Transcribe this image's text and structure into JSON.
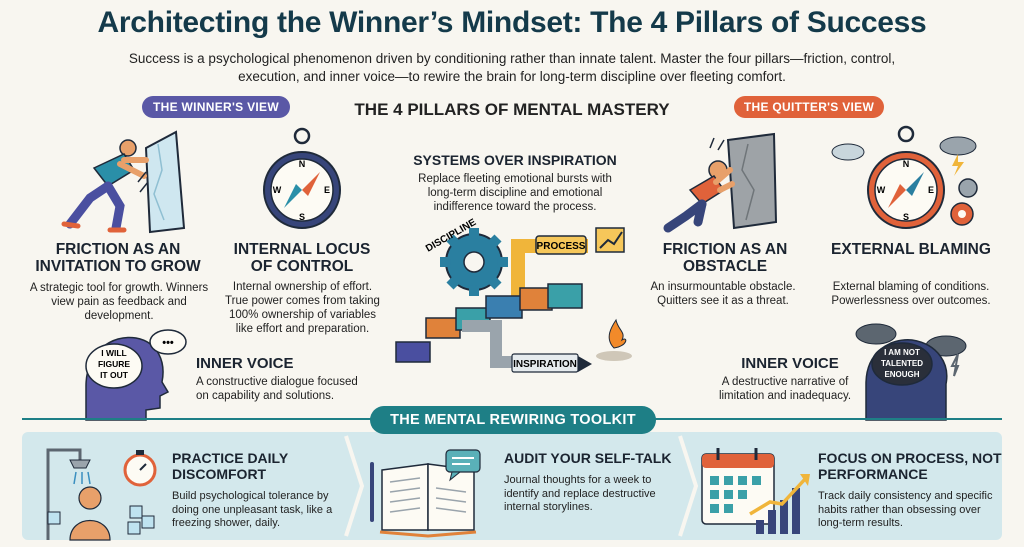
{
  "title": "Architecting the Winner’s Mindset: The 4 Pillars of Success",
  "subtitle": "Success is a psychological phenomenon driven by conditioning rather than innate talent. Master the four pillars—friction, control, execution, and inner voice—to rewire the brain for long-term discipline over fleeting comfort.",
  "winner_view": "THE WINNER'S VIEW",
  "quitter_view": "THE QUITTER'S VIEW",
  "pillars_heading": "THE 4 PILLARS OF MENTAL MASTERY",
  "winner": {
    "friction": {
      "title": "FRICTION AS AN INVITATION TO GROW",
      "desc": "A strategic tool for growth. Winners view pain as feedback and development."
    },
    "locus": {
      "title": "INTERNAL LOCUS OF CONTROL",
      "desc": "Internal ownership of effort. True power comes from taking 100% ownership of variables like effort and preparation."
    },
    "inner_voice": {
      "title": "INNER VOICE",
      "desc": "A constructive dialogue focused on capability and solutions.",
      "bubble": "I WILL FIGURE IT OUT",
      "thought": "•••"
    }
  },
  "systems": {
    "title": "SYSTEMS OVER INSPIRATION",
    "desc": "Replace fleeting emotional bursts with long-term discipline and emotional indifference toward the process.",
    "discipline_label": "DISCIPLINE",
    "process_label": "PROCESS",
    "inspiration_label": "INSPIRATION"
  },
  "quitter": {
    "friction": {
      "title": "FRICTION AS AN OBSTACLE",
      "desc": "An insurmountable obstacle. Quitters see it as a threat."
    },
    "blaming": {
      "title": "EXTERNAL BLAMING",
      "desc": "External blaming of conditions. Powerlessness over outcomes."
    },
    "inner_voice": {
      "title": "INNER VOICE",
      "desc": "A destructive narrative of limitation and inadequacy.",
      "bubble": "I AM NOT TALENTED ENOUGH"
    }
  },
  "toolkit": {
    "heading": "THE MENTAL REWIRING TOOLKIT",
    "cards": [
      {
        "title": "PRACTICE DAILY DISCOMFORT",
        "desc": "Build psychological tolerance by doing one unpleasant task, like a freezing shower, daily."
      },
      {
        "title": "AUDIT YOUR SELF-TALK",
        "desc": "Journal thoughts for a week to identify and replace destructive internal storylines."
      },
      {
        "title": "FOCUS ON PROCESS, NOT PERFORMANCE",
        "desc": "Track daily consistency and specific habits rather than obsessing over long-term results."
      }
    ]
  },
  "colors": {
    "winner": "#5a58a6",
    "quitter": "#e0623a",
    "toolkit": "#1e7f86",
    "toolkit_bg": "#d3e8ec",
    "title": "#143a4a"
  },
  "icons": [
    "runner-pushing-wall-icon",
    "compass-icon",
    "gear-icon",
    "pipe-icon",
    "campfire-icon",
    "growth-chart-icon",
    "head-thought-icon",
    "storm-cloud-icon",
    "shower-icon",
    "stopwatch-icon",
    "journal-icon",
    "calendar-icon"
  ]
}
